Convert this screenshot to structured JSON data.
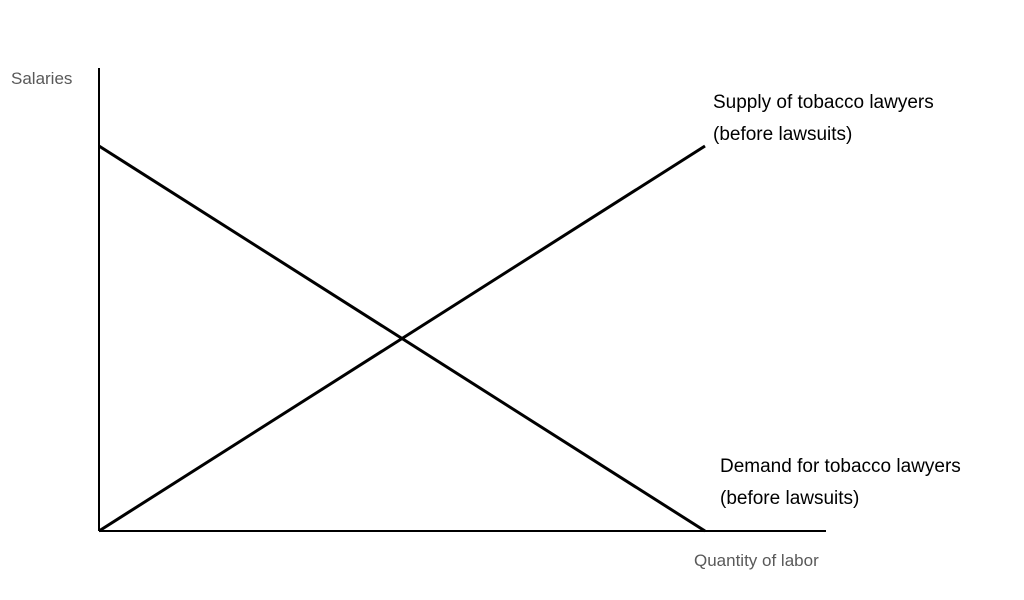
{
  "chart_data": {
    "type": "line",
    "title": "",
    "xlabel": "Quantity of labor",
    "ylabel": "Salaries",
    "xlim": [
      0,
      1
    ],
    "ylim": [
      0,
      1
    ],
    "grid": false,
    "legend": "none",
    "series": [
      {
        "name": "Demand for tobacco lawyers (before lawsuits)",
        "label_lines": [
          "Demand for tobacco lawyers",
          "(before lawsuits)"
        ],
        "x": [
          0,
          1
        ],
        "y": [
          1,
          0
        ]
      },
      {
        "name": "Supply of tobacco lawyers (before lawsuits)",
        "label_lines": [
          "Supply of tobacco lawyers",
          "(before lawsuits)"
        ],
        "x": [
          0,
          1
        ],
        "y": [
          0,
          1
        ]
      }
    ]
  },
  "colors": {
    "axis": "#000000",
    "curve": "#000000",
    "axis_title": "#595959",
    "label": "#000000"
  }
}
